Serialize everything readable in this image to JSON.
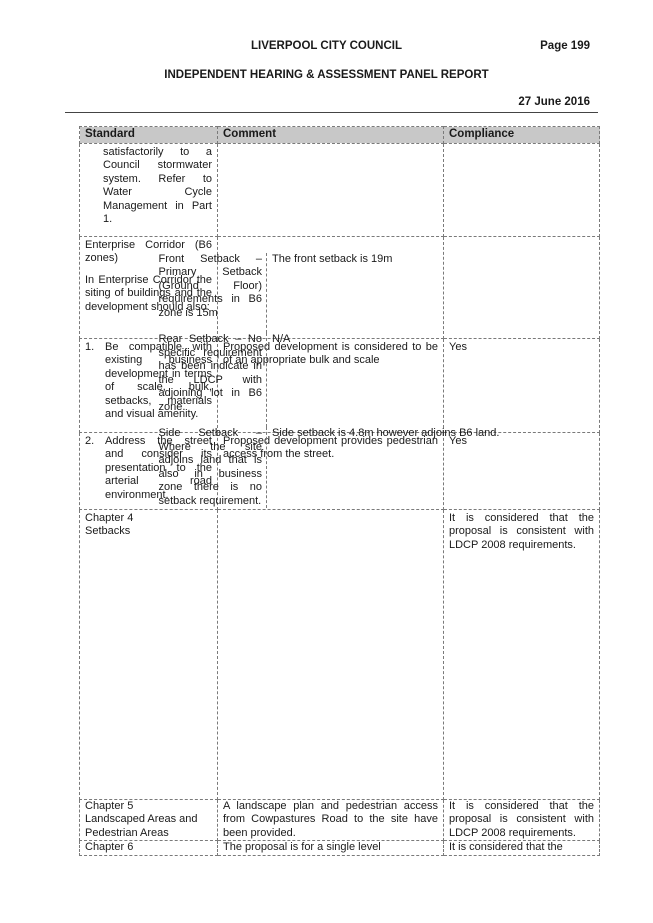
{
  "header": {
    "council": "LIVERPOOL CITY COUNCIL",
    "page": "Page 199",
    "report": "INDEPENDENT HEARING & ASSESSMENT PANEL REPORT",
    "date": "27 June 2016"
  },
  "table": {
    "headers": [
      "Standard",
      "Comment",
      "Compliance"
    ],
    "row1": {
      "standard": "satisfactorily to a Council stormwater system. Refer to Water Cycle Management in Part 1."
    },
    "row2": {
      "standard_a": "Enterprise Corridor (B6 zones)",
      "standard_b": "In Enterprise Corridor the siting of buildings and the development should also:"
    },
    "row3": {
      "num": "1.",
      "standard": "Be compatible with existing business development in terms of scale, bulk, setbacks, materials and visual amenity.",
      "comment": "Proposed development is considered to be of an appropriate bulk and scale",
      "compliance": "Yes"
    },
    "row4": {
      "num": "2.",
      "standard": "Address the street and consider its presentation to the arterial road environment.",
      "comment": "Proposed development provides pedestrian access from the street.",
      "compliance": "Yes"
    },
    "row5": {
      "standard_a": "Chapter 4",
      "standard_b": "Setbacks",
      "front_req": "Front Setback – Primary Setback (Ground Floor) requirements in B6 zone is 15m",
      "front_prop": "The front setback is 19m",
      "rear_req": "Rear Setback – No specific requirement has been indicate in the LDCP with adjoining lot in B6 zone.",
      "rear_prop": "N/A",
      "side_req": "Side Setback – Where the site adjoins land that is also in business zone there is no setback requirement.",
      "side_prop": "Side setback is 4.8m however adjoins B6 land.",
      "compliance": "It is considered that the proposal is consistent with LDCP 2008 requirements."
    },
    "row6": {
      "standard_a": "Chapter 5",
      "standard_b": "Landscaped Areas and Pedestrian Areas",
      "comment": "A landscape plan and pedestrian access from Cowpastures Road to the site have been provided.",
      "compliance": "It is considered that the proposal is consistent with LDCP 2008 requirements."
    },
    "row7": {
      "standard": "Chapter 6",
      "comment": "The proposal is for a single level",
      "compliance": "It is considered that the"
    }
  }
}
